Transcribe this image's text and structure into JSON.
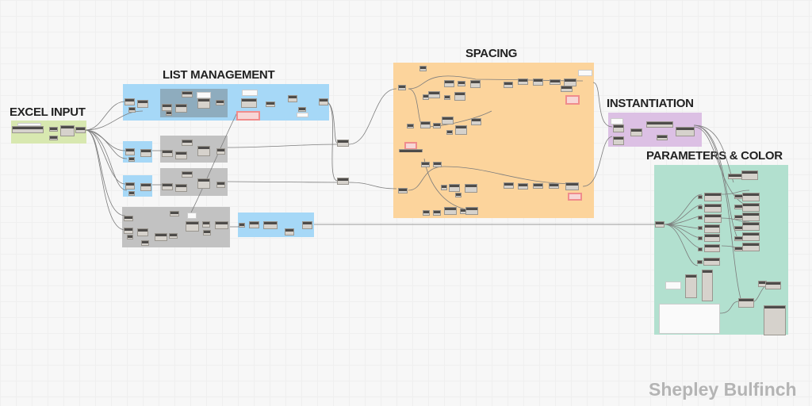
{
  "groups": {
    "excel_input": {
      "title": "EXCEL INPUT",
      "color": "#d8e8b0"
    },
    "list_management": {
      "title": "LIST MANAGEMENT",
      "color": "#a6d8f7"
    },
    "spacing": {
      "title": "SPACING",
      "color": "#fcd49c"
    },
    "instantiation": {
      "title": "INSTANTIATION",
      "color": "#dcc0e4"
    },
    "parameters_color": {
      "title": "PARAMETERS & COLOR",
      "color": "#b2e0cf"
    }
  },
  "watermark": "Shepley Bulfinch"
}
